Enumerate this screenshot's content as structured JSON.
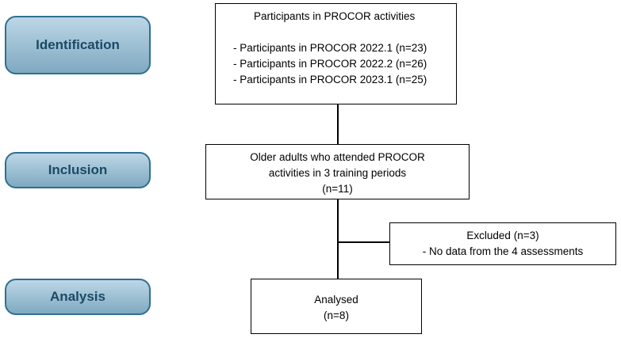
{
  "stages": {
    "identification": "Identification",
    "inclusion": "Inclusion",
    "analysis": "Analysis"
  },
  "identification_box": {
    "title": "Participants in PROCOR activities",
    "items": [
      "- Participants in PROCOR 2022.1 (n=23)",
      "- Participants in PROCOR 2022.2 (n=26)",
      "- Participants in PROCOR 2023.1 (n=25)"
    ]
  },
  "inclusion_box": {
    "lines": [
      "Older adults who attended PROCOR",
      "activities in 3 training periods",
      "(n=11)"
    ]
  },
  "excluded_box": {
    "lines": [
      "Excluded (n=3)",
      "- No data from the 4 assessments"
    ]
  },
  "analysis_box": {
    "lines": [
      "Analysed",
      "(n=8)"
    ]
  },
  "colors": {
    "stage_fill_top": "#bcd7e6",
    "stage_fill_bottom": "#7fa9c1",
    "stage_border": "#2f6f8f",
    "stage_text": "#1b4a66"
  }
}
